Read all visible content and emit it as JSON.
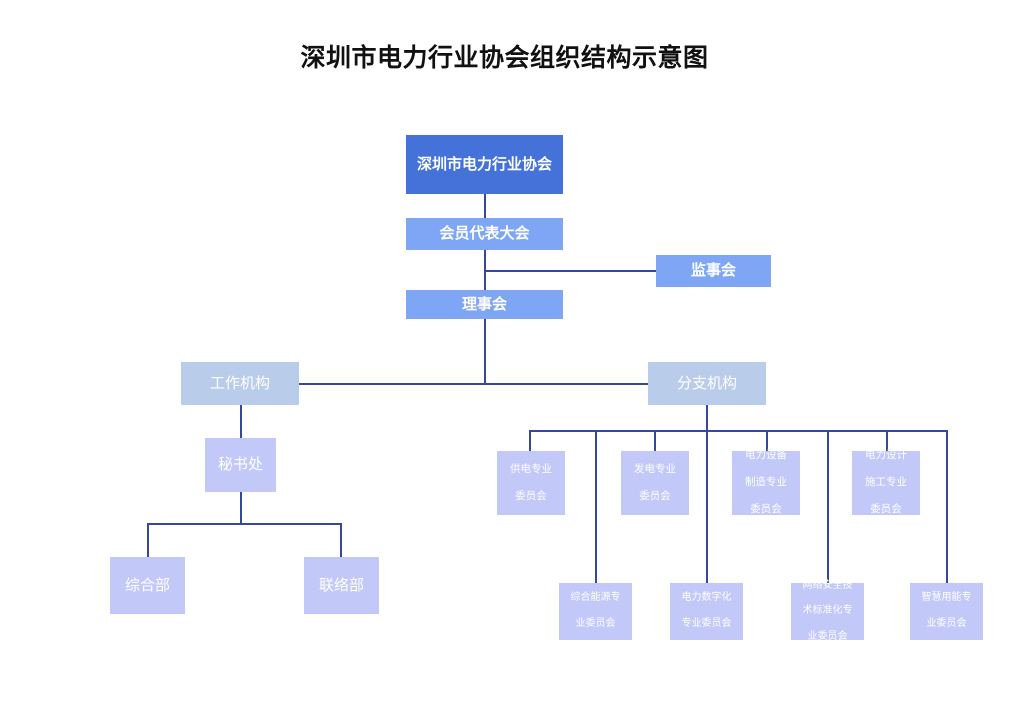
{
  "chart_title": "深圳市电力行业协会组织结构示意图",
  "colors": {
    "root": "#4472d8",
    "primary": "#7ea6f5",
    "steel": "#b9cce9",
    "lavender": "#c2c8f8",
    "connector": "#37489a",
    "background": "#ffffff",
    "title_text": "#111111",
    "node_text": "#ffffff"
  },
  "nodes": {
    "root": "深圳市电力行业协会",
    "assembly": "会员代表大会",
    "supervisors": "监事会",
    "council": "理事会",
    "working_bodies": "工作机构",
    "branch_bodies": "分支机构",
    "secretariat": "秘书处",
    "general_dept": "综合部",
    "liaison_dept": "联络部"
  },
  "committees_row1": [
    {
      "line1": "供电专业",
      "line2": "委员会",
      "line3": ""
    },
    {
      "line1": "发电专业",
      "line2": "委员会",
      "line3": ""
    },
    {
      "line1": "电力设备",
      "line2": "制造专业",
      "line3": "委员会"
    },
    {
      "line1": "电力设计",
      "line2": "施工专业",
      "line3": "委员会"
    }
  ],
  "committees_row2": [
    {
      "line1": "综合能源专",
      "line2": "业委员会",
      "line3": ""
    },
    {
      "line1": "电力数字化",
      "line2": "专业委员会",
      "line3": ""
    },
    {
      "line1": "网络安全技",
      "line2": "术标准化专",
      "line3": "业委员会"
    },
    {
      "line1": "智慧用能专",
      "line2": "业委员会",
      "line3": ""
    }
  ]
}
